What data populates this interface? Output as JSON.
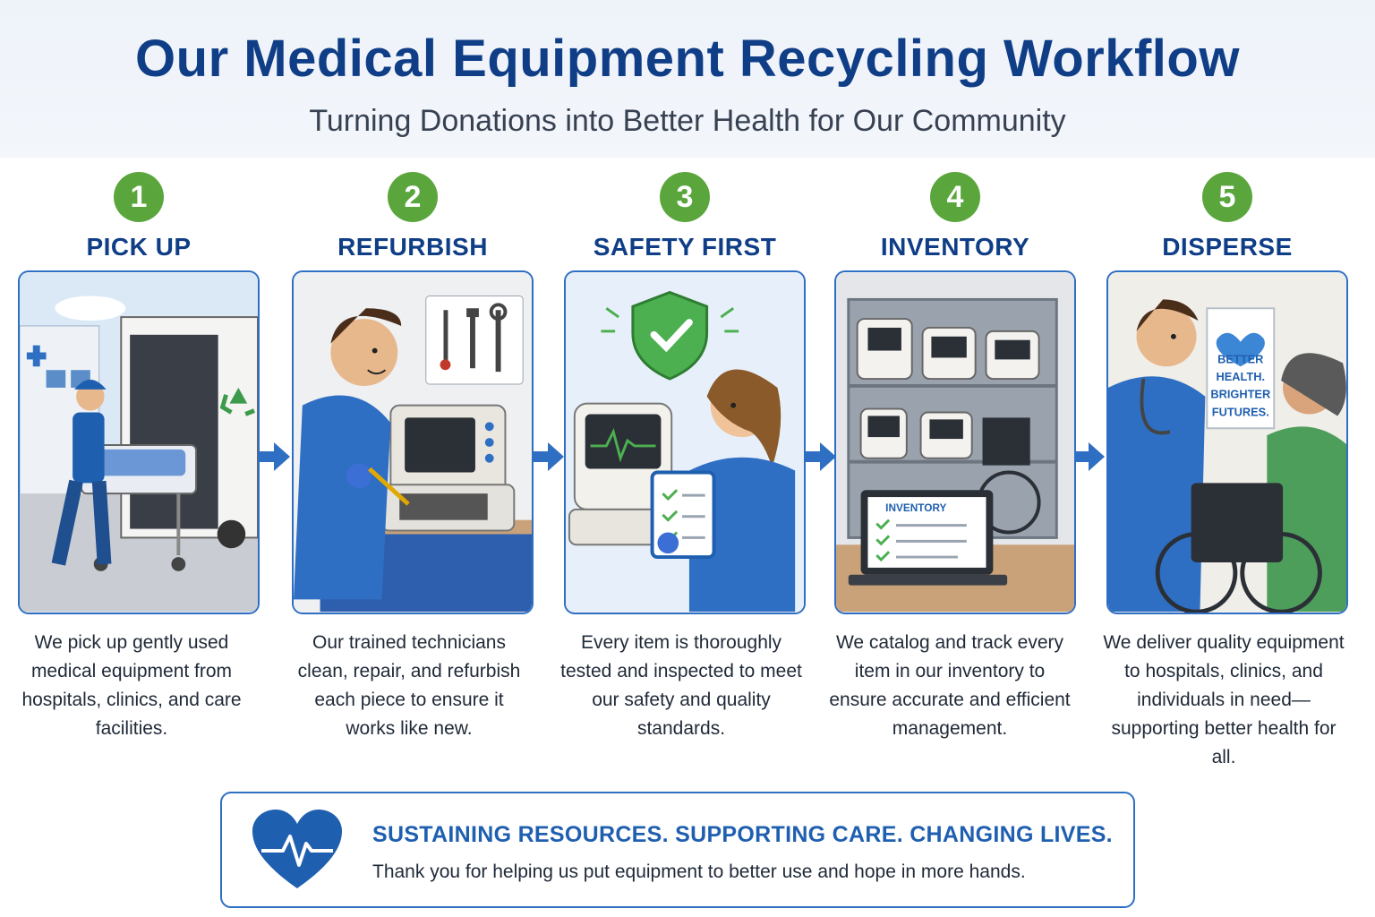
{
  "header": {
    "title": "Our Medical Equipment Recycling Workflow",
    "subtitle": "Turning Donations into Better Health for Our Community"
  },
  "steps": [
    {
      "number": "1",
      "label": "PICK UP",
      "description": "We pick up gently used medical equipment from hospitals, clinics, and care facilities."
    },
    {
      "number": "2",
      "label": "REFURBISH",
      "description": "Our trained technicians clean, repair, and refurbish each piece to ensure it works like new."
    },
    {
      "number": "3",
      "label": "SAFETY FIRST",
      "description": "Every item is thoroughly tested and inspected to meet our safety and quality standards."
    },
    {
      "number": "4",
      "label": "INVENTORY",
      "description": "We catalog and track every item in our inventory to ensure accurate and efficient management.",
      "screen_text": "INVENTORY"
    },
    {
      "number": "5",
      "label": "DISPERSE",
      "description": "We deliver quality equipment to hospitals, clinics, and individuals in need—supporting better health for all.",
      "poster_lines": [
        "BETTER",
        "HEALTH.",
        "BRIGHTER",
        "FUTURES."
      ]
    }
  ],
  "footer": {
    "tagline": "SUSTAINING RESOURCES. SUPPORTING CARE. CHANGING LIVES.",
    "message": "Thank you for helping us put equipment to better use and hope in more hands."
  },
  "colors": {
    "title_blue": "#0f3e87",
    "step_green": "#5aa63c",
    "accent_blue": "#2f6fc3",
    "icons": [
      "recycle-icon",
      "shield-check-icon",
      "heart-pulse-icon",
      "arrow-right-icon"
    ]
  }
}
